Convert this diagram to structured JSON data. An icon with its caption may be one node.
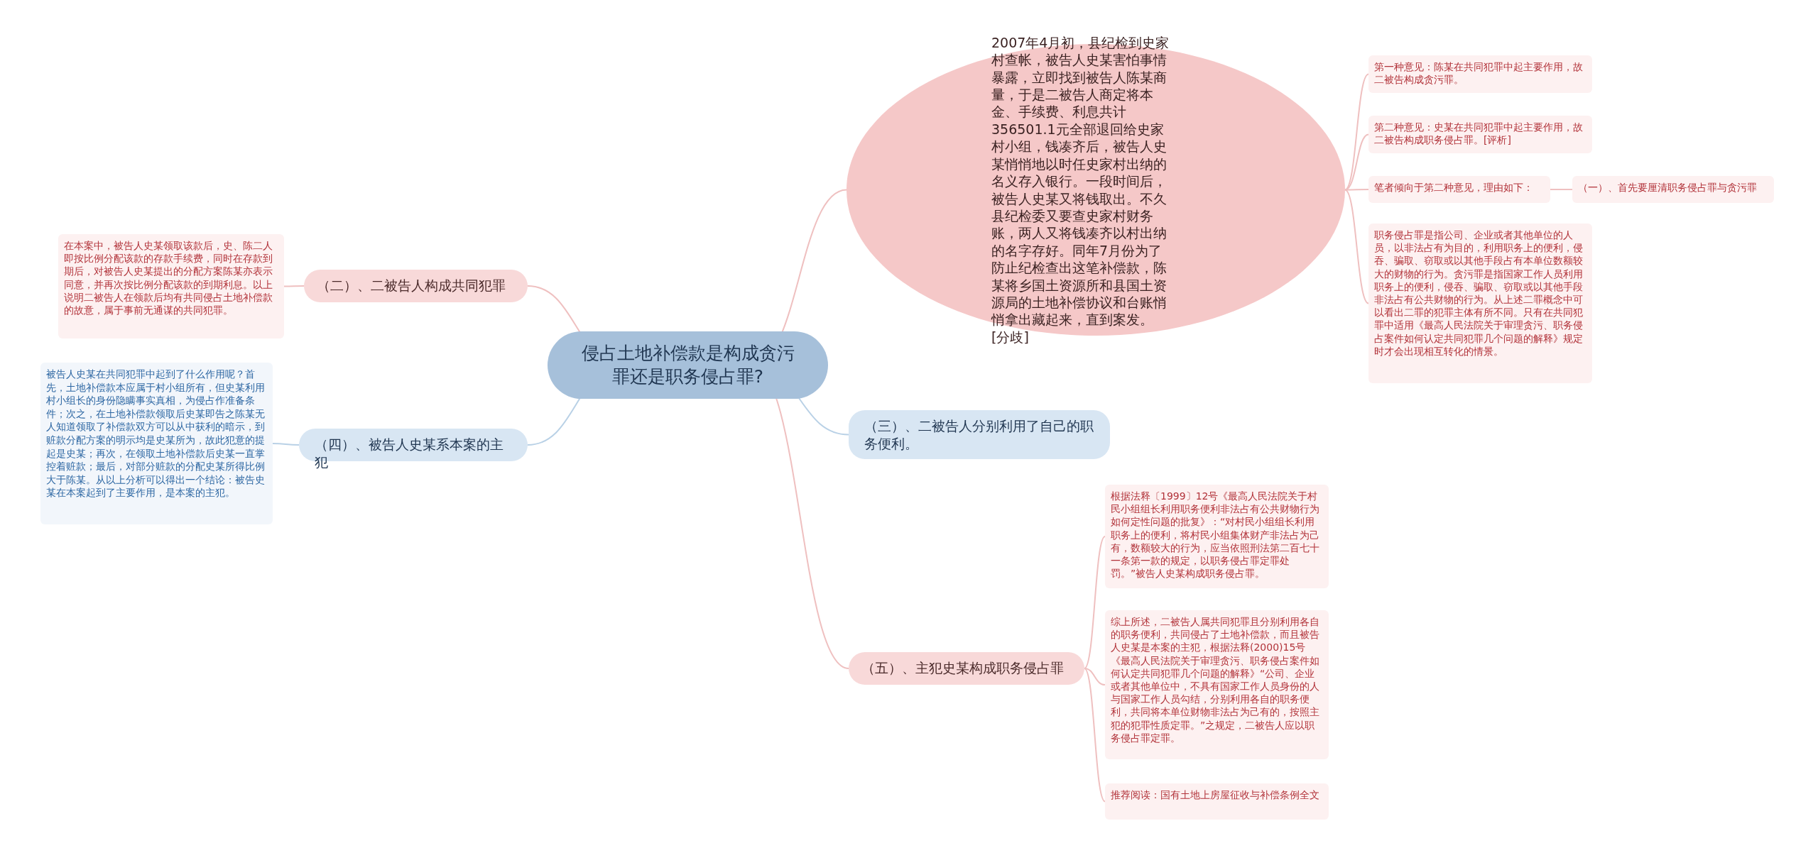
{
  "diagram": {
    "nodes": [
      {
        "text": [
          "侵占土地补偿款是构成贪污罪还是职务侵占罪?"
        ]
      },
      {
        "text": [
          "2007年4月初，县纪检到史家村查帐，被告人史某害怕事情暴露，立即找到被告人陈某商量，于是二被告人商定将本金、手续费、利息共计356501.1元全部退回给史家村小组，钱凑齐后，被告人史某悄悄地以时任史家村出纳的名义存入银行。一段时间后，被告人史某又将钱取出。不久县纪检委又要查史家村财务账，两人又将钱凑齐以村出纳的名字存好。同年7月份为了防止纪检查出这笔补偿款，陈某将乡国土资源所和县国土资源局的土地补偿协议和台账悄悄拿出藏起来，直到案发。[分歧]"
        ]
      },
      {
        "text": [
          "（二）、二被告人构成共同犯罪"
        ]
      },
      {
        "text": [
          "在本案中，被告人史某领取该款后，史、陈二人即按比例分配该款的存款手续费，同时在存款到期后，对被告人史某提出的分配方案陈某亦表示同意，并再次按比例分配该款的到期利息。以上说明二被告人在领款后均有共同侵占土地补偿款的故意，属于事前无通谋的共同犯罪。"
        ]
      },
      {
        "text": [
          "（四）、被告人史某系本案的主犯"
        ]
      },
      {
        "text": [
          "被告人史某在共同犯罪中起到了什么作用呢？首先，土地补偿款本应属于村小组所有，但史某利用村小组长的身份隐瞒事实真相，为侵占作准备条件；次之，在土地补偿款领取后史某即告之陈某无人知道领取了补偿款双方可以从中获利的暗示，到赃款分配方案的明示均是史某所为，故此犯意的提起是史某；再次，在领取土地补偿款后史某一直掌控着赃款；最后，对部分赃款的分配史某所得比例大于陈某。从以上分析可以得出一个结论：被告史某在本案起到了主要作用，是本案的主犯。"
        ]
      },
      {
        "text": [
          "（三）、二被告人分别利用了自己的职务便利。"
        ]
      },
      {
        "text": [
          "（五）、主犯史某构成职务侵占罪"
        ]
      },
      {
        "text": [
          "第一种意见：陈某在共同犯罪中起主要作用，故二被告构成贪污罪。"
        ]
      },
      {
        "text": [
          "第二种意见：史某在共同犯罪中起主要作用，故二被告构成职务侵占罪。[评析]"
        ]
      },
      {
        "text": [
          "笔者倾向于第二种意见，理由如下："
        ]
      },
      {
        "text": [
          "（一）、首先要厘清职务侵占罪与贪污罪"
        ]
      },
      {
        "text": [
          "职务侵占罪是指公司、企业或者其他单位的人员，以非法占有为目的，利用职务上的便利，侵吞、骗取、窃取或以其他手段占有本单位数额较大的财物的行为。贪污罪是指国家工作人员利用职务上的便利，侵吞、骗取、窃取或以其他手段非法占有公共财物的行为。从上述二罪概念中可以看出二罪的犯罪主体有所不同。只有在共同犯罪中适用《最高人民法院关于审理贪污、职务侵占案件如何认定共同犯罪几个问题的解释》规定时才会出现相互转化的情景。"
        ]
      },
      {
        "text": [
          "根据法释〔1999〕12号《最高人民法院关于村民小组组长利用职务便利非法占有公共财物行为如何定性问题的批复》：“对村民小组组长利用职务上的便利，将村民小组集体财产非法占为己有，数额较大的行为，应当依照刑法第二百七十一条第一款的规定，以职务侵占罪定罪处罚。”被告人史某构成职务侵占罪。"
        ]
      },
      {
        "text": [
          "综上所述，二被告人属共同犯罪且分别利用各自的职务便利，共同侵占了土地补偿款，而且被告人史某是本案的主犯，根据法释(2000)15号《最高人民法院关于审理贪污、职务侵占案件如何认定共同犯罪几个问题的解释》“公司、企业或者其他单位中，不具有国家工作人员身份的人与国家工作人员勾结，分别利用各自的职务便利，共同将本单位财物非法占为己有的，按照主犯的犯罪性质定罪。”之规定，二被告人应以职务侵占罪定罪。"
        ]
      },
      {
        "text": [
          "推荐阅读：国有土地上房屋征收与补偿条例全文"
        ]
      }
    ],
    "edges": [
      {
        "from": 0,
        "to": 1,
        "arrow": "none"
      },
      {
        "from": 0,
        "to": 2,
        "arrow": "none"
      },
      {
        "from": 0,
        "to": 4,
        "arrow": "none",
        "color": "#b9d1e6"
      },
      {
        "from": 0,
        "to": 6,
        "arrow": "none",
        "color": "#b9d1e6"
      },
      {
        "from": 0,
        "to": 7,
        "arrow": "none"
      },
      {
        "from": 2,
        "to": 3,
        "arrow": "none"
      },
      {
        "from": 4,
        "to": 5,
        "arrow": "none",
        "color": "#b9d1e6"
      },
      {
        "from": 1,
        "to": 8,
        "arrow": "none"
      },
      {
        "from": 1,
        "to": 9,
        "arrow": "none"
      },
      {
        "from": 1,
        "to": 10,
        "arrow": "none"
      },
      {
        "from": 1,
        "to": 12,
        "arrow": "none"
      },
      {
        "from": 10,
        "to": 11,
        "arrow": "none"
      },
      {
        "from": 7,
        "to": 13,
        "arrow": "none"
      },
      {
        "from": 7,
        "to": 14,
        "arrow": "none"
      },
      {
        "from": 7,
        "to": 15,
        "arrow": "none"
      }
    ]
  }
}
